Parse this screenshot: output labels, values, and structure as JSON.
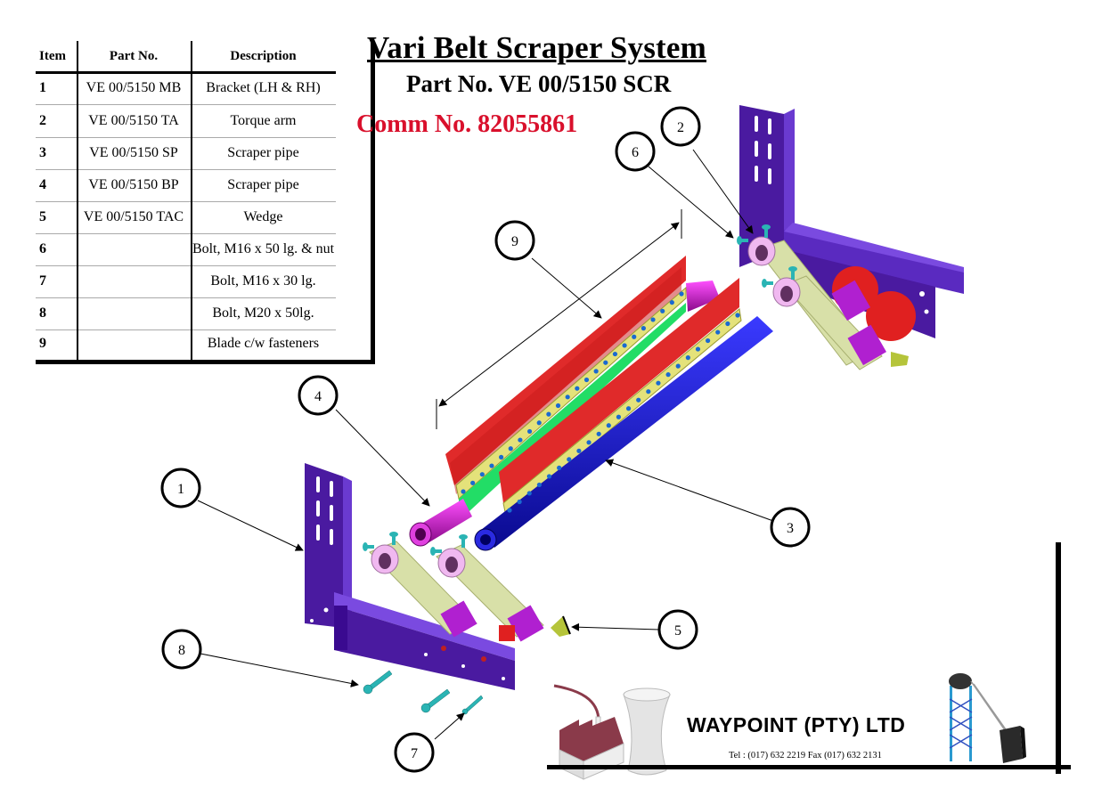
{
  "title": "Vari Belt Scraper System",
  "subtitle": "Part No. VE 00/5150 SCR",
  "comm_number": "Comm No. 82055861",
  "colors": {
    "comm_text": "#d9102c",
    "bracket": "#4a1aa0",
    "blade": "#e02a2a",
    "blade_strip": "#e4e27a",
    "bolt": "#2ab4b4",
    "scraper_pipe_sp": "#1a1ad0",
    "scraper_pipe_bp": "#d11ad1",
    "torque_arm": "#d8e0a8",
    "collar": "#f0b8f0",
    "wedge": "#b5c43a"
  },
  "parts_table": {
    "headers": [
      "Item",
      "Part No.",
      "Description"
    ],
    "rows": [
      {
        "item": "1",
        "part_no": "VE 00/5150 MB",
        "description": "Bracket (LH & RH)"
      },
      {
        "item": "2",
        "part_no": "VE 00/5150 TA",
        "description": "Torque arm"
      },
      {
        "item": "3",
        "part_no": "VE 00/5150 SP",
        "description": "Scraper pipe"
      },
      {
        "item": "4",
        "part_no": "VE 00/5150 BP",
        "description": "Scraper pipe"
      },
      {
        "item": "5",
        "part_no": "VE 00/5150 TAC",
        "description": "Wedge"
      },
      {
        "item": "6",
        "part_no": "",
        "description": "Bolt, M16 x 50 lg. & nut"
      },
      {
        "item": "7",
        "part_no": "",
        "description": "Bolt, M16 x 30 lg."
      },
      {
        "item": "8",
        "part_no": "",
        "description": "Bolt, M20 x 50lg."
      },
      {
        "item": "9",
        "part_no": "",
        "description": "Blade c/w fasteners"
      }
    ]
  },
  "callouts": [
    "1",
    "2",
    "3",
    "4",
    "5",
    "6",
    "7",
    "8",
    "9"
  ],
  "footer": {
    "company": "WAYPOINT (PTY) LTD",
    "contact": "Tel : (017) 632 2219   Fax (017) 632 2131",
    "logo_icons": [
      "factory-icon",
      "cooling-tower-icon",
      "mine-headframe-icon"
    ]
  }
}
